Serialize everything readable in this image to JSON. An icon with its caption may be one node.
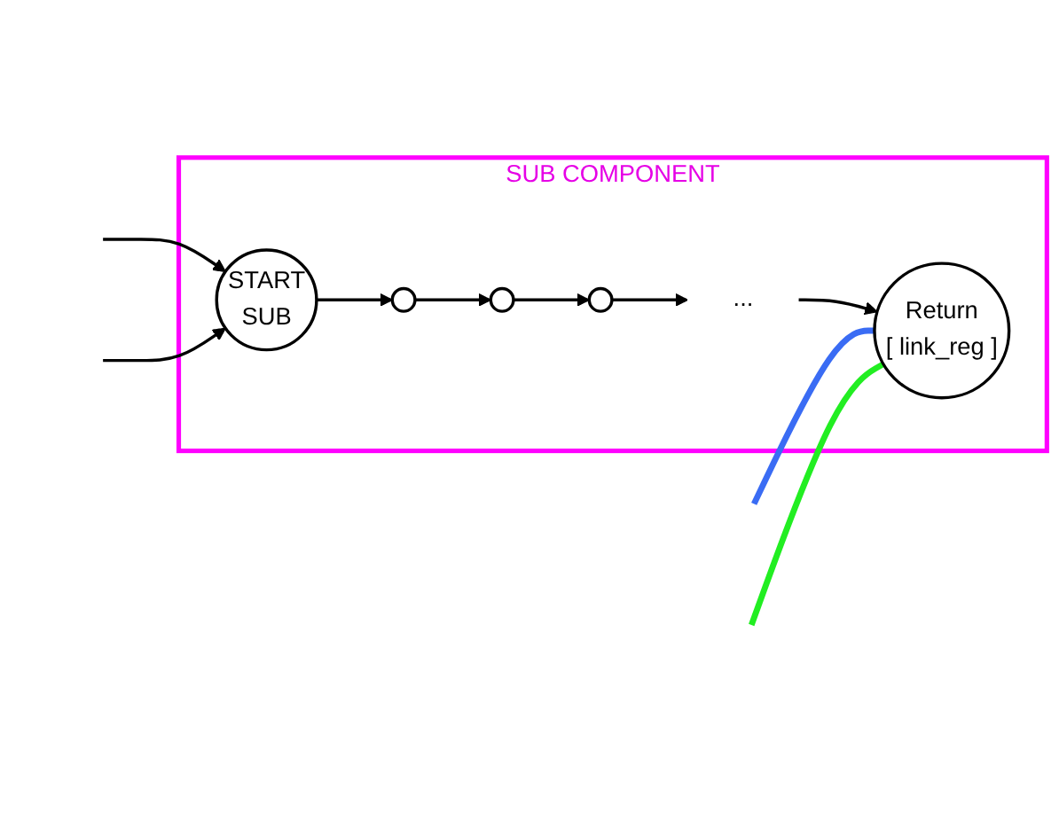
{
  "diagram": {
    "nodes": [
      {
        "text": [
          "SUB COMPONENT"
        ]
      },
      {
        "text": [
          "START",
          "SUB"
        ],
        "in": 0
      },
      {
        "text": [],
        "shape": "circle",
        "in": 0
      },
      {
        "text": [],
        "shape": "circle",
        "in": 0
      },
      {
        "text": [],
        "shape": "circle",
        "in": 0
      },
      {
        "text": [
          "..."
        ],
        "in": 0
      },
      {
        "text": [
          "Return",
          "[ link_reg ]"
        ],
        "in": 0
      }
    ],
    "edges": [
      {
        "from": null,
        "to": 1,
        "arrow": "to"
      },
      {
        "from": null,
        "to": 1,
        "arrow": "to"
      },
      {
        "from": 1,
        "to": 2,
        "arrow": "to"
      },
      {
        "from": 2,
        "to": 3,
        "arrow": "to"
      },
      {
        "from": 3,
        "to": 4,
        "arrow": "to"
      },
      {
        "from": 4,
        "to": 5,
        "arrow": "to"
      },
      {
        "from": 5,
        "to": 6,
        "arrow": "to"
      },
      {
        "from": null,
        "to": 6,
        "arrow": "none",
        "style": "thick",
        "color": "#3a6cf4"
      },
      {
        "from": null,
        "to": 6,
        "arrow": "none",
        "style": "thick",
        "color": "#22ee22"
      }
    ]
  }
}
